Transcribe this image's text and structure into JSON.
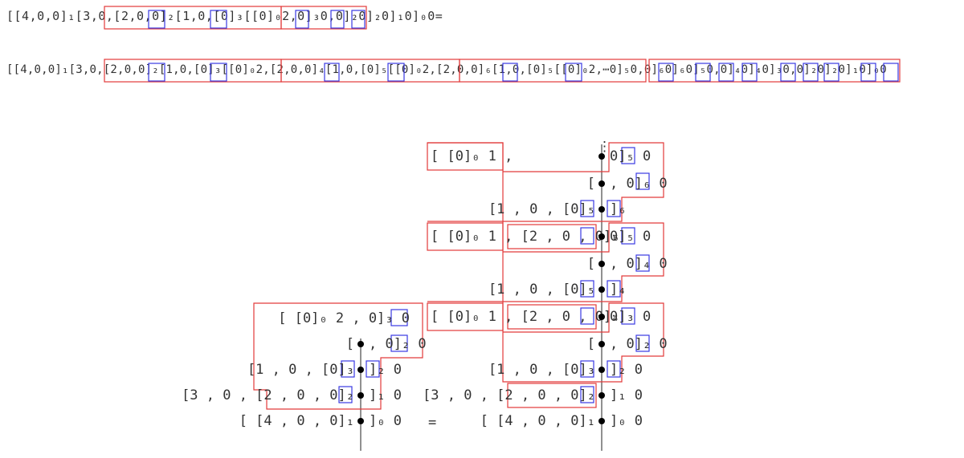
{
  "equations": {
    "line1": "[[4,0,0]₁[3,0,[2,0,0]₂[1,0,[0]₃[[0]₀2,0]₃0,0]₂0]₂0]₁0]₀0=",
    "line2": "[[4,0,0]₁[3,0,[2,0,0]₂[1,0,[0]₃[[0]₀2,[2,0,0]₄[1,0,[0]₅[[0]₀2,[2,0,0]₆[1,0,[0]₅[[0]₀2,⋯0]₅0,0]₆0]₆0]₅0,0]₄0]₄0]₃0,0]₂0]₂0]₁0]₀0"
  },
  "left_tree": {
    "rows": [
      {
        "left": "[ [0]₀ 2 , 0]₃ 0",
        "right": ""
      },
      {
        "left": "[",
        "right": ", 0]₂ 0"
      },
      {
        "left": "[1 , 0 , [0]₃",
        "right": "]₂ 0"
      },
      {
        "left": "[3 , 0 , [2 , 0 , 0]₂",
        "right": "]₁ 0"
      },
      {
        "left": "[ [4 , 0 , 0]₁",
        "right": "]₀ 0"
      }
    ]
  },
  "equals": "=",
  "right_tree": {
    "ellipsis": "⋮",
    "rows": [
      {
        "left": "[ [0]₀ 1 ,",
        "right": "0]₅ 0"
      },
      {
        "left": "[",
        "right": ", 0]₆ 0"
      },
      {
        "left": "[1 , 0 , [0]₅",
        "right": "]₆"
      },
      {
        "left": "[ [0]₀ 1 , [2 , 0 , 0]₆",
        "right": "0]₅ 0"
      },
      {
        "left": "[",
        "right": ", 0]₄ 0"
      },
      {
        "left": "[1 , 0 , [0]₅",
        "right": "]₄"
      },
      {
        "left": "[ [0]₀ 1 , [2 , 0 , 0]₄",
        "right": "0]₃ 0"
      },
      {
        "left": "[",
        "right": ", 0]₂ 0"
      },
      {
        "left": "[1 , 0 , [0]₃",
        "right": "]₂ 0"
      },
      {
        "left": "[3 , 0 , [2 , 0 , 0]₂",
        "right": "]₁ 0"
      },
      {
        "left": "[ [4 , 0 , 0]₁",
        "right": "]₀ 0"
      }
    ]
  }
}
